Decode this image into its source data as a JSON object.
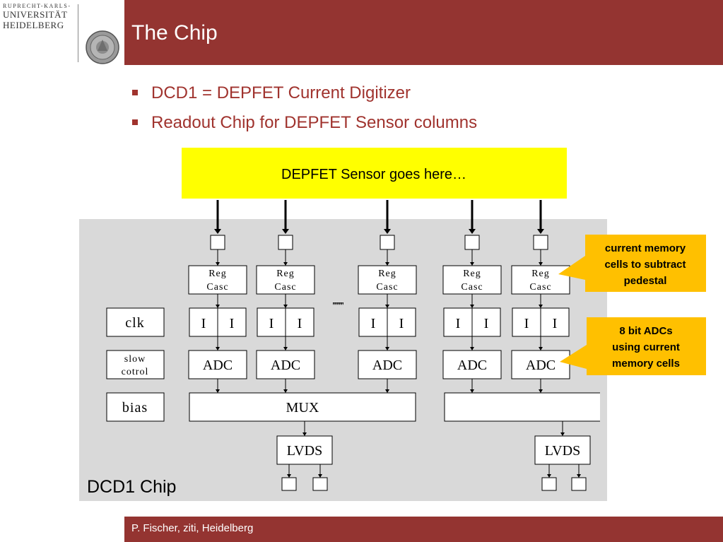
{
  "logo": {
    "line1": "RUPRECHT-KARLS-",
    "line2": "UNIVERSITÄT",
    "line3": "HEIDELBERG"
  },
  "header": {
    "title": "The Chip"
  },
  "bullets": [
    "DCD1 = DEPFET Current Digitizer",
    "Readout Chip for DEPFET Sensor columns"
  ],
  "diagram": {
    "sensor_label": "DEPFET Sensor goes here…",
    "chip_label": "DCD1 Chip",
    "clk": "clk",
    "slow_control_l1": "slow",
    "slow_control_l2": "cotrol",
    "bias": "bias",
    "regcasc_l1": "Reg",
    "regcasc_l2": "Casc",
    "current_cell": "I",
    "adc": "ADC",
    "mux": "MUX",
    "lvds": "LVDS",
    "callout_memory": [
      "current memory",
      "cells to subtract",
      "pedestal"
    ],
    "callout_adc": [
      "8 bit ADCs",
      "using current",
      "memory cells"
    ],
    "colors": {
      "chip_background": "#d9d9d9",
      "sensor_fill": "#ffff00",
      "callout_fill": "#ffc000",
      "brand": "#943431"
    }
  },
  "footer": {
    "text": "P. Fischer, ziti, Heidelberg"
  }
}
